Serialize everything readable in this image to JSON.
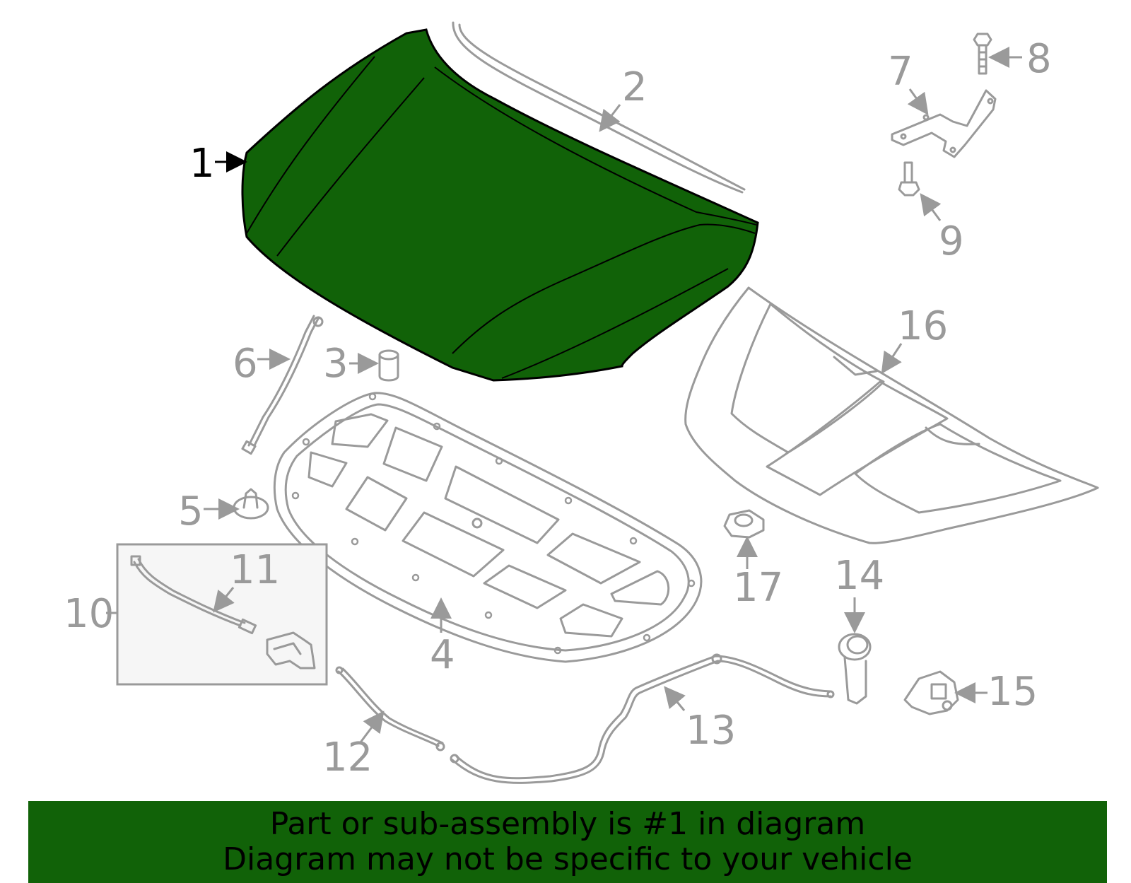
{
  "colors": {
    "highlight": "#116208",
    "parts": "#9a9a9a",
    "active_label": "#000000"
  },
  "callouts": {
    "c1": "1",
    "c2": "2",
    "c3": "3",
    "c4": "4",
    "c5": "5",
    "c6": "6",
    "c7": "7",
    "c8": "8",
    "c9": "9",
    "c10": "10",
    "c11": "11",
    "c12": "12",
    "c13": "13",
    "c14": "14",
    "c15": "15",
    "c16": "16",
    "c17": "17"
  },
  "banner": {
    "line1": "Part or sub-assembly is #1 in diagram",
    "line2": "Diagram may not be specific to your vehicle"
  }
}
